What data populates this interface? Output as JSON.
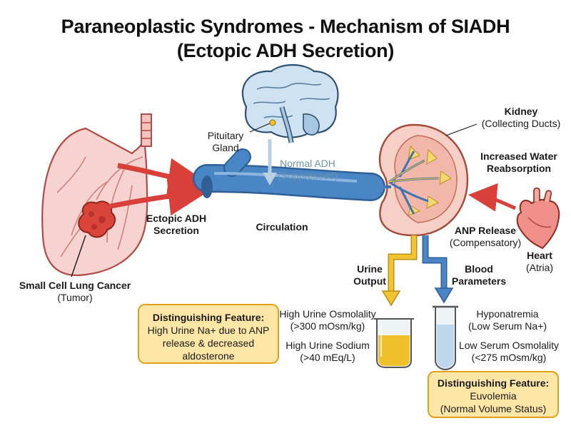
{
  "title": {
    "line1": "Paraneoplastic Syndromes - Mechanism of SIADH",
    "line2": "(Ectopic ADH Secretion)"
  },
  "labels": {
    "pituitary": [
      "Pituitary",
      "Gland"
    ],
    "normal_adh": [
      "Normal ADH",
      "(Suppressed)"
    ],
    "kidney": [
      "Kidney",
      "(Collecting Ducts)"
    ],
    "increased_water": [
      "Increased Water",
      "Reabsorption"
    ],
    "ectopic_adh": [
      "Ectopic ADH",
      "Secretion"
    ],
    "circulation": "Circulation",
    "anp_release": [
      "ANP Release",
      "(Compensatory)"
    ],
    "heart": [
      "Heart",
      "(Atria)"
    ],
    "sclc": [
      "Small Cell Lung Cancer",
      "(Tumor)"
    ],
    "urine_output": [
      "Urine",
      "Output"
    ],
    "blood_parameters": [
      "Blood",
      "Parameters"
    ],
    "high_urine_osm": [
      "High Urine Osmolality",
      "(>300 mOsm/kg)"
    ],
    "high_urine_na": [
      "High Urine Sodium",
      "(>40 mEq/L)"
    ],
    "hyponatremia": [
      "Hyponatremia",
      "(Low Serum Na+)"
    ],
    "low_serum_osm": [
      "Low Serum Osmolality",
      "(<275 mOsm/kg)"
    ]
  },
  "feature_left": {
    "heading": "Distinguishing Feature:",
    "lines": [
      "High Urine Na+ due to ANP",
      "release & decreased aldosterone"
    ]
  },
  "feature_right": {
    "heading": "Distinguishing Feature:",
    "lines": [
      "Euvolemia",
      "(Normal Volume Status)"
    ]
  },
  "colors": {
    "arrow_red": "#d9403a",
    "vessel_blue": "#4a86c5",
    "urine_yellow": "#f2c230",
    "box_fill": "#fde6a6",
    "box_border": "#e0a21d",
    "lung_pink": "#f3c3c0",
    "tumor_red": "#d9453b",
    "brain_blue": "#cfe2f1"
  },
  "icons": [
    "lung-icon",
    "tumor-icon",
    "brain-icon",
    "kidney-icon",
    "heart-icon",
    "urine-beaker-icon",
    "blood-test-tube-icon"
  ]
}
